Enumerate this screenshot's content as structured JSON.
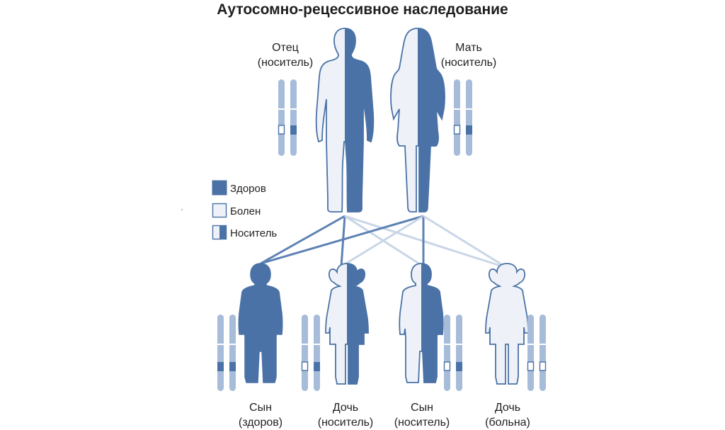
{
  "title": "Аутосомно-рецессивное наследование",
  "colors": {
    "dark": "#4a72a6",
    "light": "#eef2f8",
    "outline": "#4a72a6",
    "chromosome": "#a6bcd9",
    "line_dark": "#5d82b3",
    "line_light": "#c9d6e7"
  },
  "legend": [
    {
      "key": "healthy",
      "label": "Здоров",
      "fill": "dark"
    },
    {
      "key": "affected",
      "label": "Болен",
      "fill": "light"
    },
    {
      "key": "carrier",
      "label": "Носитель",
      "fill": "half"
    }
  ],
  "parents": [
    {
      "key": "father",
      "name": "Отец",
      "status": "(носитель)",
      "type": "carrier",
      "icon": "man-silhouette-icon"
    },
    {
      "key": "mother",
      "name": "Мать",
      "status": "(носитель)",
      "type": "carrier",
      "icon": "woman-silhouette-icon"
    }
  ],
  "children": [
    {
      "key": "son-healthy",
      "name": "Сын",
      "status": "(здоров)",
      "type": "healthy",
      "icon": "boy-silhouette-icon"
    },
    {
      "key": "daughter-carrier",
      "name": "Дочь",
      "status": "(носитель)",
      "type": "carrier",
      "icon": "girl-silhouette-icon"
    },
    {
      "key": "son-carrier",
      "name": "Сын",
      "status": "(носитель)",
      "type": "carrier",
      "icon": "boy-silhouette-icon"
    },
    {
      "key": "daughter-affected",
      "name": "Дочь",
      "status": "(больна)",
      "type": "affected",
      "icon": "girl-silhouette-icon"
    }
  ]
}
